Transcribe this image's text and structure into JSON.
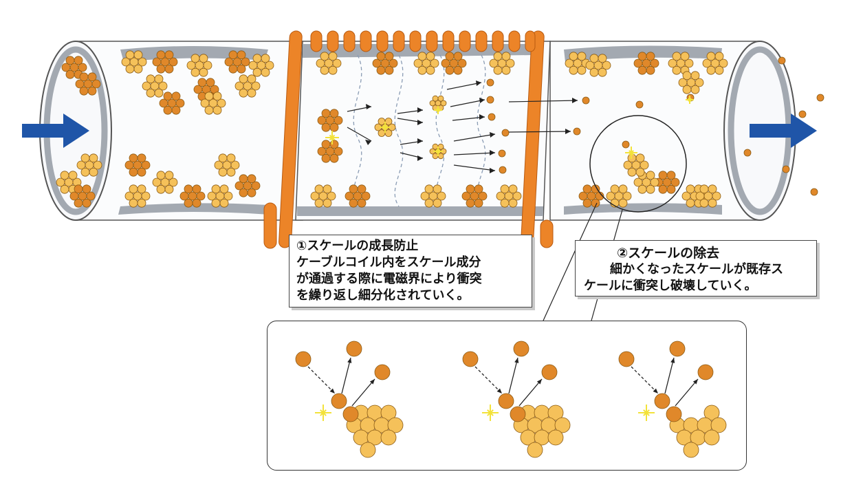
{
  "caption_growth_prevention": {
    "title": "①スケールの成長防止",
    "line1": "ケーブルコイル内をスケール成分",
    "line2": "が通過する際に電磁界により衝突",
    "line3": "を繰り返し細分化されていく。"
  },
  "caption_removal": {
    "title": "②スケールの除去",
    "line1": "細かくなったスケールが既存ス",
    "line2": "ケールに衝突し破壊していく。"
  },
  "colors": {
    "particle_light": "#f5c15a",
    "particle_dark": "#e0882a",
    "coil": "#ec8428",
    "flow_arrow": "#1f55a8",
    "pipe_wall": "#9ea4ad",
    "spark": "#f3e23a"
  },
  "icons": {
    "inlet": "flow-arrow-right-icon",
    "outlet": "flow-arrow-right-icon",
    "impact": "spark-icon"
  }
}
